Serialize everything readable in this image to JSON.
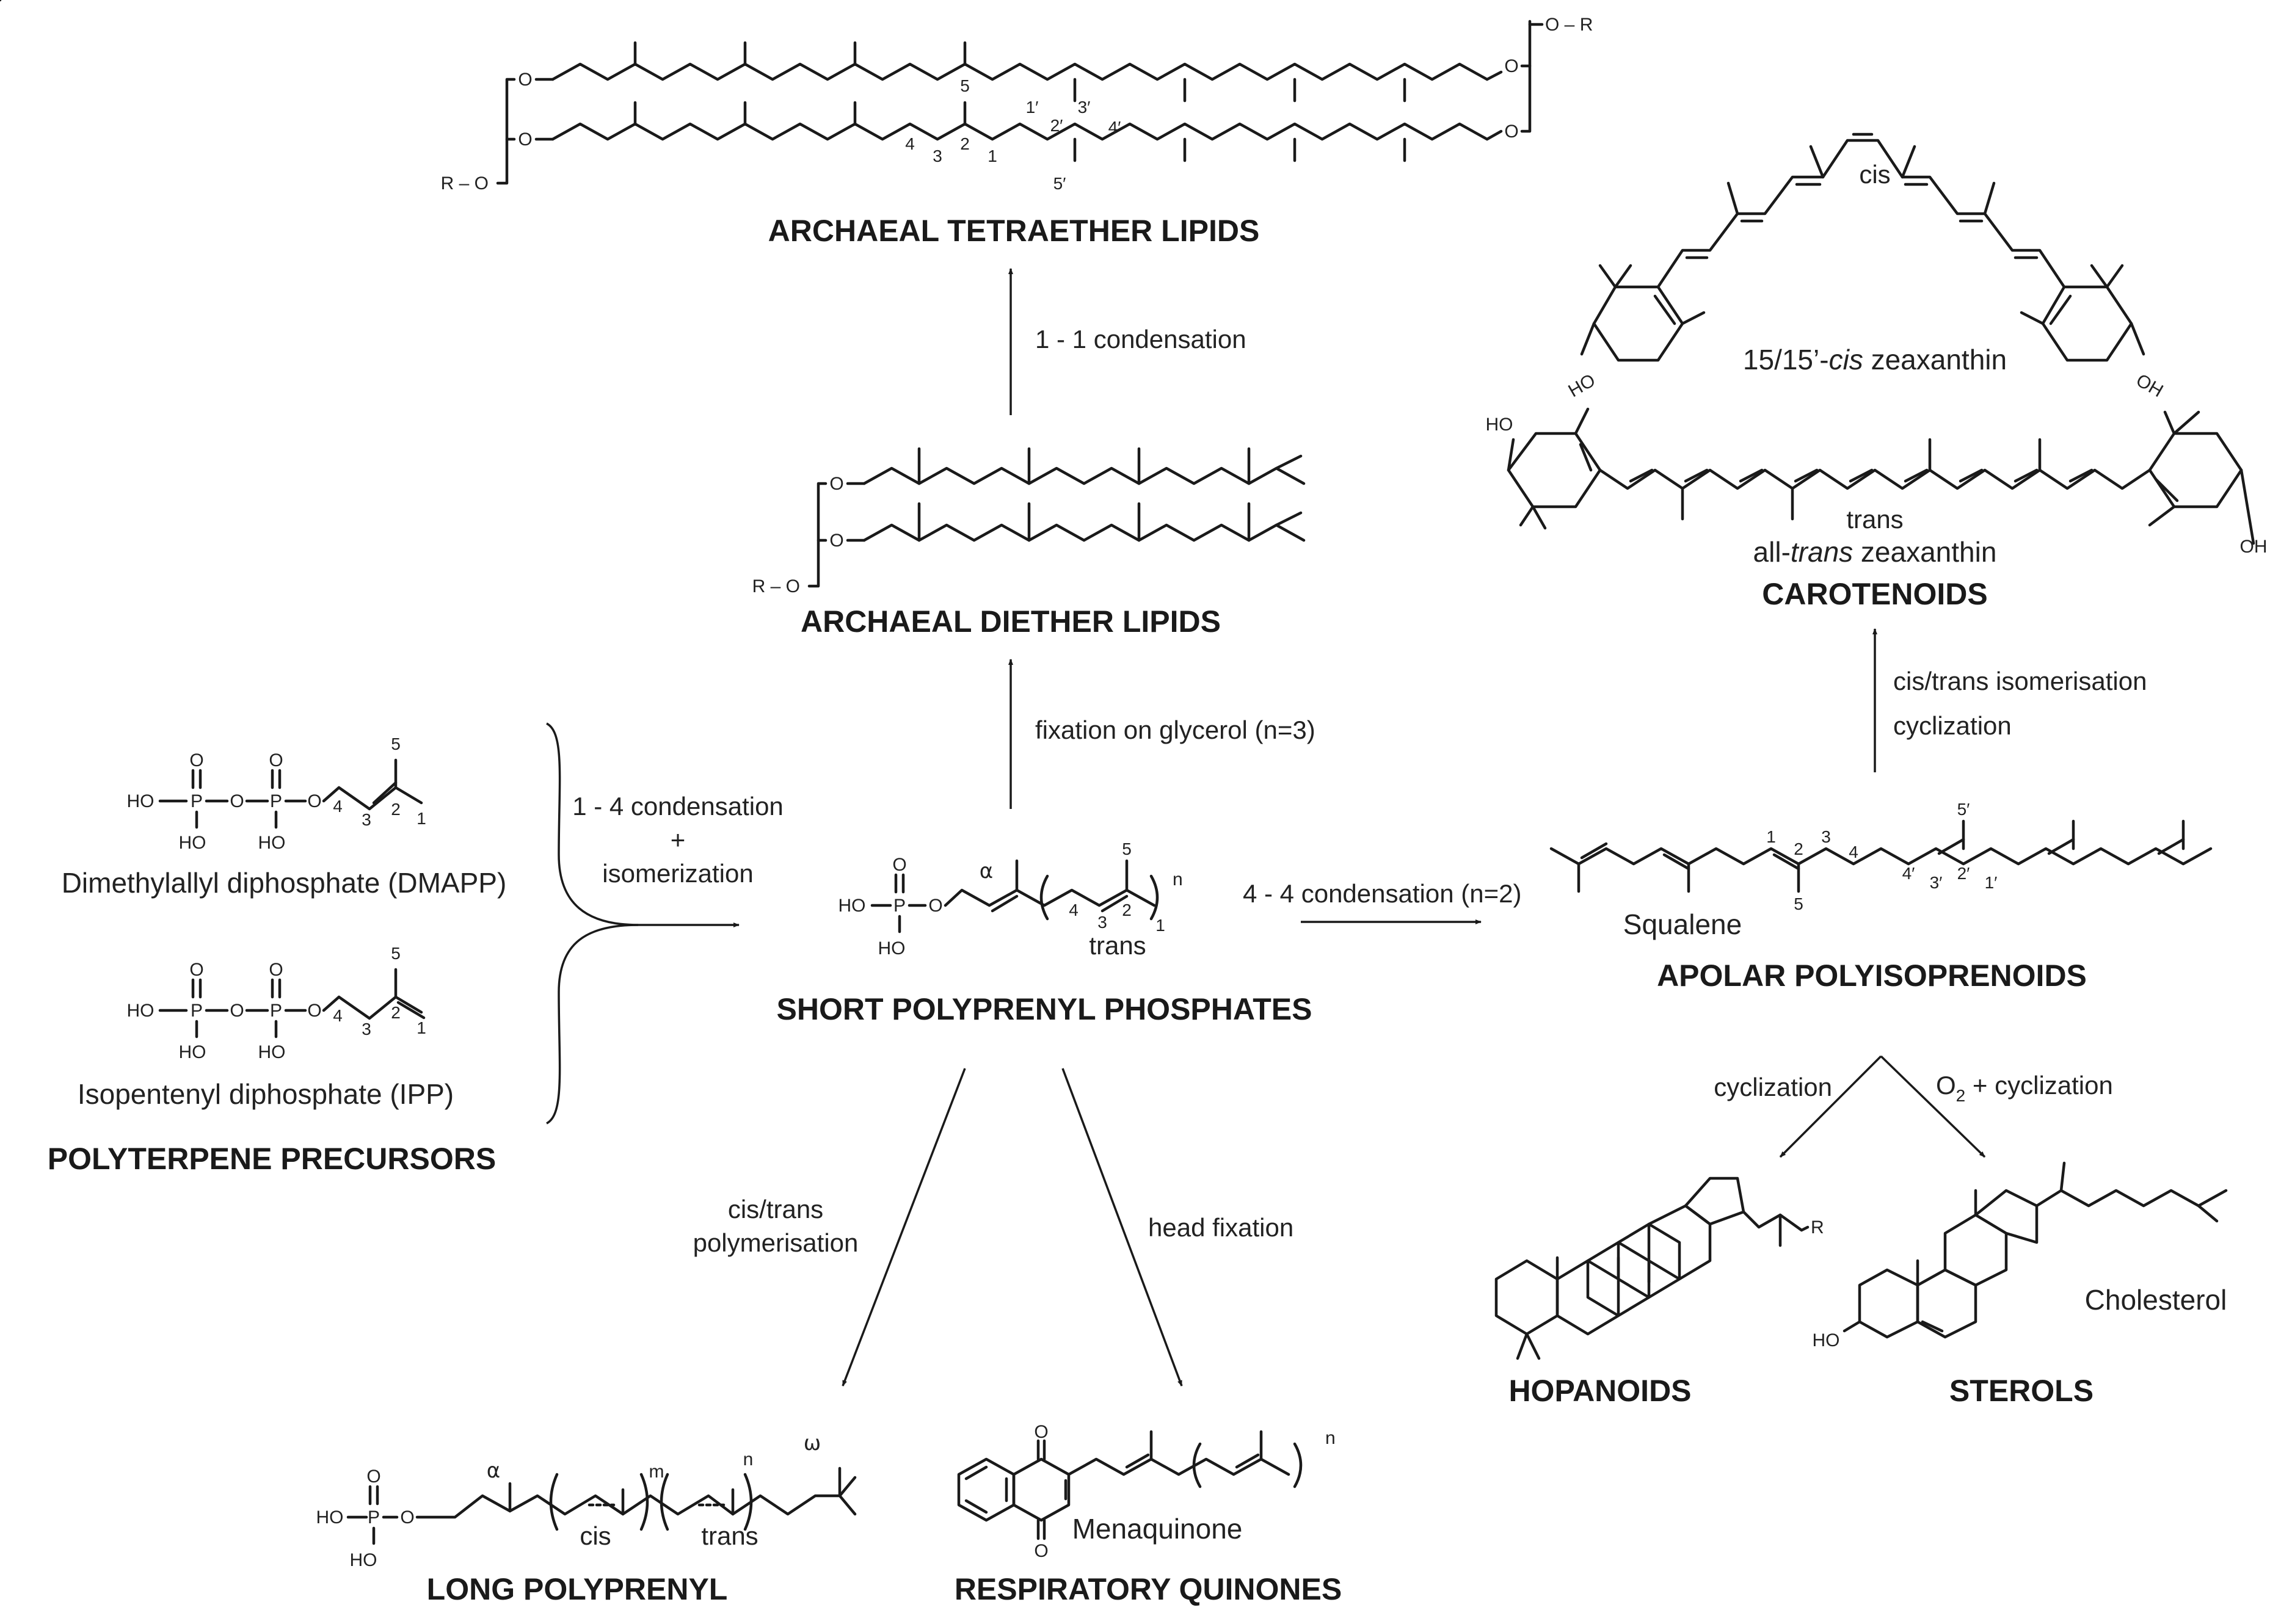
{
  "headings": {
    "tetraether": "ARCHAEAL TETRAETHER LIPIDS",
    "diether": "ARCHAEAL DIETHER LIPIDS",
    "short_polyprenyl": "SHORT POLYPRENYL PHOSPHATES",
    "polyterpene": "POLYTERPENE PRECURSORS",
    "apolar": "APOLAR POLYISOPRENOIDS",
    "carotenoids": "CAROTENOIDS",
    "hopanoids": "HOPANOIDS",
    "sterols": "STEROLS",
    "long_polyprenyl": "LONG POLYPRENYL",
    "quinones": "RESPIRATORY QUINONES"
  },
  "molecules": {
    "dmapp": "Dimethylallyl diphosphate (DMAPP)",
    "ipp": "Isopentenyl diphosphate (IPP)",
    "squalene": "Squalene",
    "zeaxanthin_cis_prefix": "15/15’-",
    "zeaxanthin_cis_italic": "cis",
    "zeaxanthin_cis_suffix": " zeaxanthin",
    "zeaxanthin_trans_prefix": "all-",
    "zeaxanthin_trans_italic": "trans",
    "zeaxanthin_trans_suffix": " zeaxanthin",
    "cholesterol": "Cholesterol",
    "menaquinone": "Menaquinone"
  },
  "reactions": {
    "one_one": "1 - 1 condensation",
    "fixation": "fixation on glycerol (n=3)",
    "one_four_a": "1 - 4 condensation",
    "one_four_plus": "+",
    "one_four_b": "isomerization",
    "four_four": "4 - 4 condensation (n=2)",
    "isomerisation": "cis/trans isomerisation",
    "cyclization_1": "cyclization",
    "cis_trans_a": "cis/trans",
    "cis_trans_b": "polymerisation",
    "head_fixation": "head fixation",
    "cyclization_2": "cyclization",
    "o2_prefix": "O",
    "o2_sub": "2",
    "o2_suffix": " + cyclization"
  },
  "atom_labels": {
    "O": "O",
    "OR": "O – R",
    "RO": "R – O",
    "HO": "HO",
    "OH": "OH",
    "P": "P",
    "R": "R"
  },
  "structure_text": {
    "trans": "trans",
    "cis": "cis",
    "alpha": "α",
    "omega": "ω",
    "n": "n",
    "m": "m",
    "positions": [
      "1",
      "2",
      "3",
      "4",
      "5",
      "1′",
      "2′",
      "3′",
      "4′",
      "5′"
    ]
  }
}
